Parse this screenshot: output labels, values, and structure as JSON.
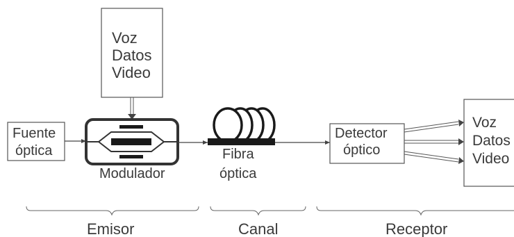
{
  "input_box": {
    "lines": [
      "Voz",
      "Datos",
      "Video"
    ]
  },
  "source": {
    "lines": [
      "Fuente",
      "óptica"
    ]
  },
  "modulator": {
    "label": "Modulador"
  },
  "fiber": {
    "lines": [
      "Fibra",
      "óptica"
    ]
  },
  "detector": {
    "lines": [
      "Detector",
      "óptico"
    ]
  },
  "output_box": {
    "lines": [
      "Voz",
      "Datos",
      "Video"
    ]
  },
  "sections": {
    "emisor": "Emisor",
    "canal": "Canal",
    "receptor": "Receptor"
  },
  "colors": {
    "stroke": "#555555",
    "text": "#3a3a3a",
    "bar": "#1a1a1a"
  }
}
